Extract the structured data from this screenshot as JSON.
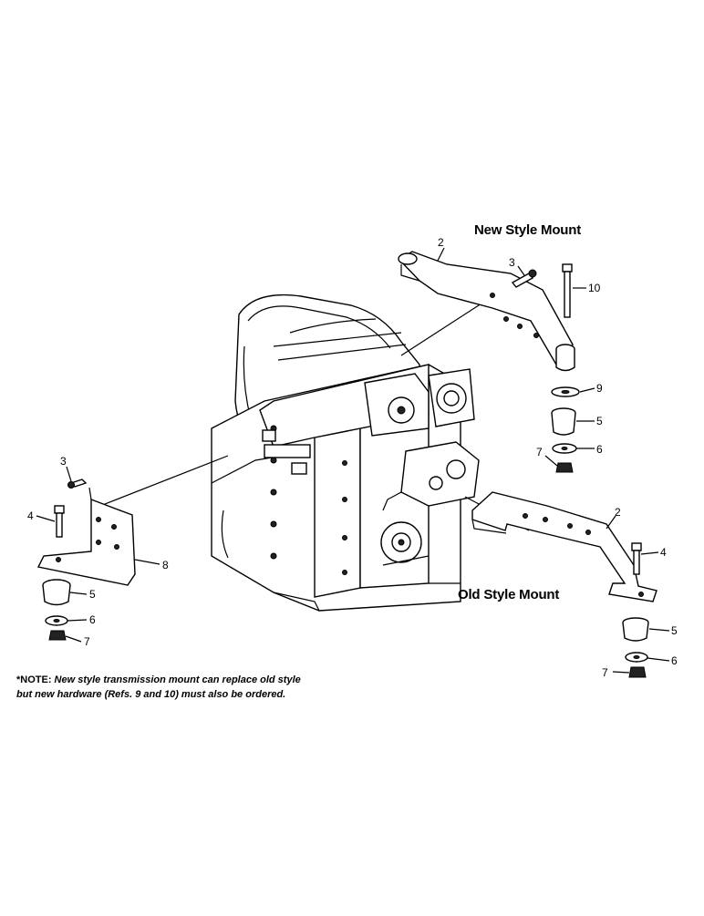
{
  "diagram": {
    "headings": {
      "new_style": "New Style Mount",
      "old_style": "Old Style Mount"
    },
    "note": {
      "lead": "*NOTE:",
      "line1": " New style transmission mount can replace old style",
      "line2": "but new hardware (Refs. 9 and 10) must also be ordered."
    },
    "callouts": {
      "new_mount": {
        "bracket": "2",
        "screw": "3",
        "bolt": "10",
        "washer_9": "9",
        "isolator": "5",
        "washer_6": "6",
        "nut": "7"
      },
      "left_mount": {
        "screw": "3",
        "bolt": "4",
        "bracket": "8",
        "isolator": "5",
        "washer": "6",
        "nut": "7"
      },
      "old_mount": {
        "bracket": "2",
        "bolt": "4",
        "isolator": "5",
        "washer": "6",
        "nut": "7"
      }
    }
  }
}
